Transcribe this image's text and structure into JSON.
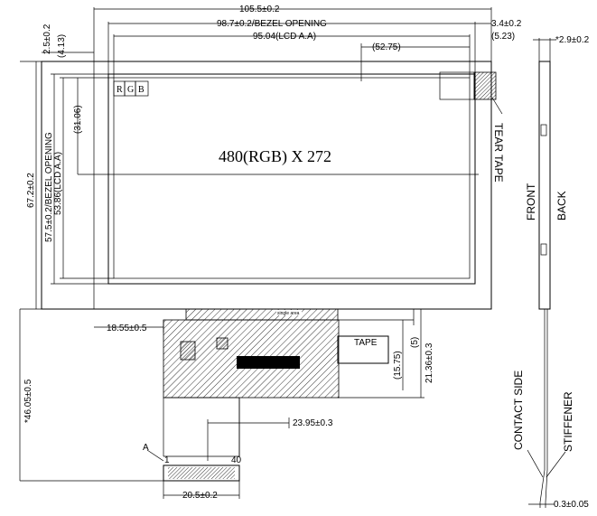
{
  "dimensions": {
    "overall_width": "105.5±0.2",
    "bezel_opening_width": "98.7±0.2/BEZEL OPENING",
    "lcd_aa_width": "95.04(LCD A.A)",
    "half_width": "(52.75)",
    "right_gap": "3.4±0.2",
    "right_gap_ref": "(5.23)",
    "top_gap": "2.5±0.2",
    "top_gap_ref": "(4.13)",
    "overall_height": "67.2±0.2",
    "bezel_opening_height": "57.5±0.2/BEZEL OPENING",
    "lcd_aa_height": "53.86(LCD A.A)",
    "half_height": "(31.06)",
    "fpc_offset": "18.55±0.5",
    "fpc_len": "*46.05±0.5",
    "fpc_ref1": "(15.75)",
    "fpc_ref2": "(5)",
    "fpc_height": "21.36±0.3",
    "tail_offset": "23.95±0.3",
    "connector_width": "20.5±0.2",
    "thickness": "*2.9±0.2",
    "stiffener_thickness": "0.3±0.05"
  },
  "labels": {
    "resolution": "480(RGB) X 272",
    "rgb_r": "R",
    "rgb_g": "G",
    "rgb_b": "B",
    "tear_tape": "TEAR TAPE",
    "tape": "TAPE",
    "front": "FRONT",
    "back": "BACK",
    "contact_side": "CONTACT SIDE",
    "stiffener": "STIFFENER",
    "pin_1": "1",
    "pin_40": "40",
    "detail_a": "A"
  }
}
